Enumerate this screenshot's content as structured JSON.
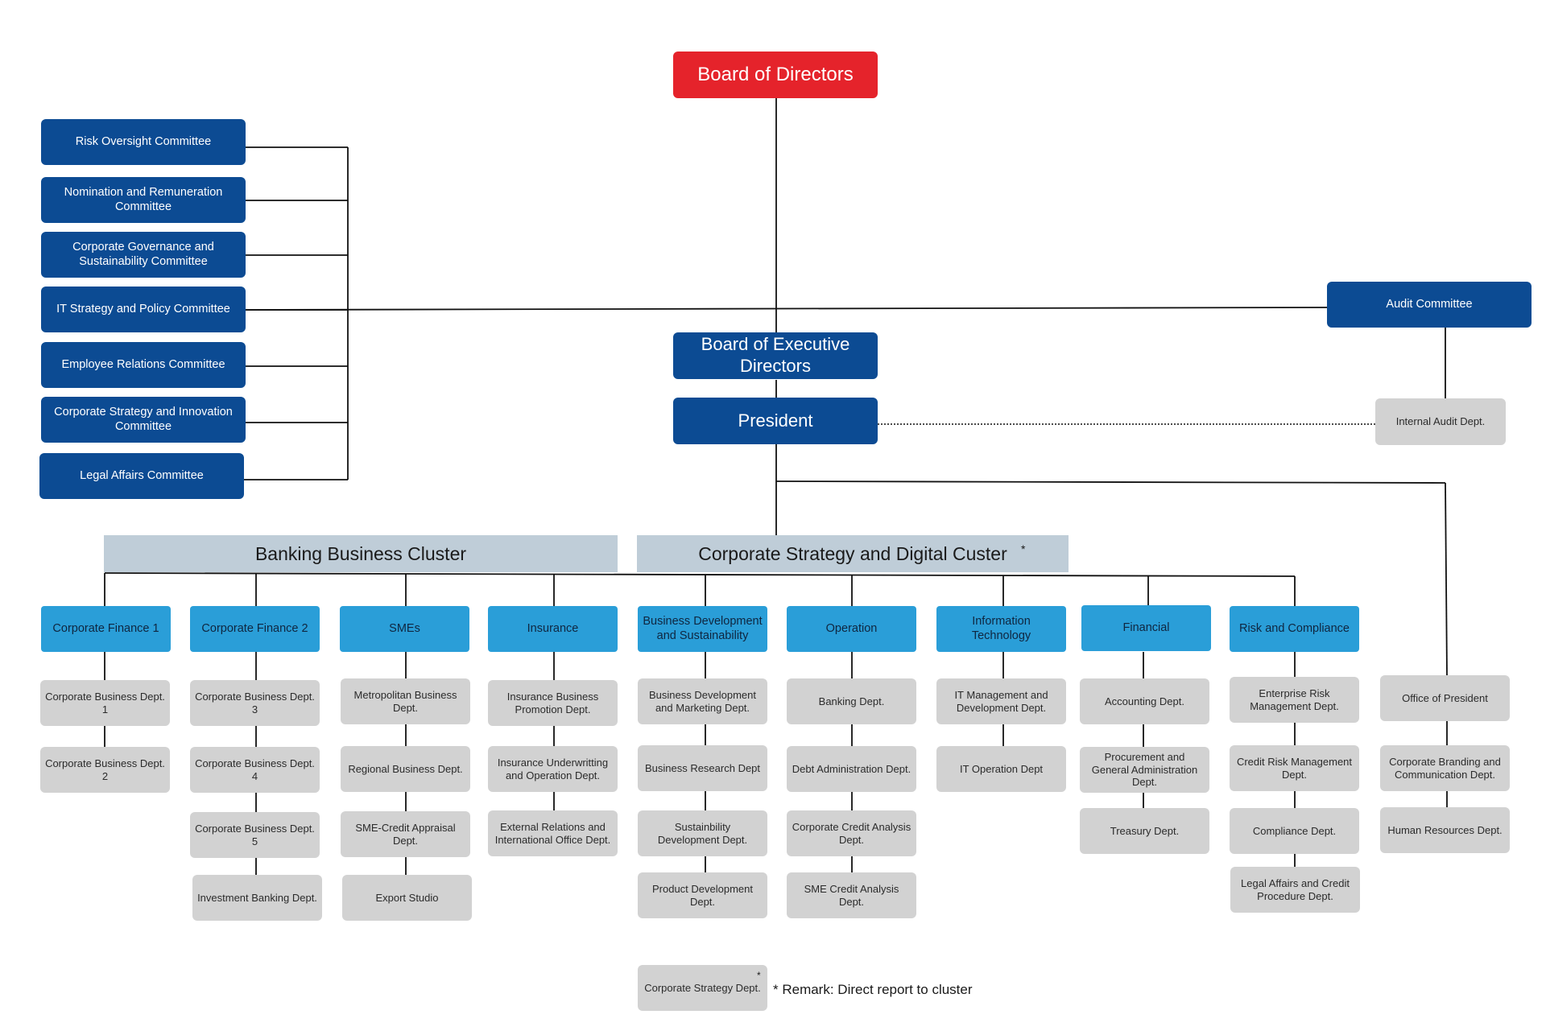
{
  "top": {
    "board": "Board of Directors",
    "exec_board": "Board of Executive Directors",
    "president": "President",
    "audit_committee": "Audit Committee",
    "internal_audit": "Internal Audit Dept."
  },
  "committees": [
    "Risk Oversight Committee",
    "Nomination and Remuneration Committee",
    "Corporate Governance and Sustainability Committee",
    "IT Strategy and Policy Committee",
    "Employee Relations Committee",
    "Corporate Strategy and Innovation Committee",
    "Legal Affairs Committee"
  ],
  "clusters": {
    "banking": "Banking Business Cluster",
    "strategy": "Corporate Strategy and Digital Custer",
    "strategy_mark": "*"
  },
  "units": [
    {
      "name": "Corporate Finance 1",
      "depts": [
        "Corporate Business Dept. 1",
        "Corporate Business Dept. 2"
      ]
    },
    {
      "name": "Corporate Finance 2",
      "depts": [
        "Corporate Business Dept. 3",
        "Corporate Business Dept. 4",
        "Corporate Business Dept. 5",
        "Investment Banking Dept."
      ]
    },
    {
      "name": "SMEs",
      "depts": [
        "Metropolitan Business Dept.",
        "Regional Business Dept.",
        "SME-Credit Appraisal Dept.",
        "Export Studio"
      ]
    },
    {
      "name": "Insurance",
      "depts": [
        "Insurance Business Promotion Dept.",
        "Insurance Underwritting and Operation Dept.",
        "External Relations and International Office Dept."
      ]
    },
    {
      "name": "Business Development and Sustainability",
      "depts": [
        "Business Development and Marketing Dept.",
        "Business Research Dept",
        "Sustainbility Development Dept.",
        "Product Development Dept."
      ]
    },
    {
      "name": "Operation",
      "depts": [
        "Banking Dept.",
        "Debt Administration Dept.",
        "Corporate Credit Analysis Dept.",
        "SME Credit Analysis Dept."
      ]
    },
    {
      "name": "Information Technology",
      "depts": [
        "IT Management and Development Dept.",
        "IT Operation Dept"
      ]
    },
    {
      "name": "Financial",
      "depts": [
        "Accounting Dept.",
        "Procurement and General Administration Dept.",
        "Treasury Dept."
      ]
    },
    {
      "name": "Risk and Compliance",
      "depts": [
        "Enterprise Risk Management Dept.",
        "Credit Risk Management Dept.",
        "Compliance Dept.",
        "Legal Affairs and Credit Procedure Dept."
      ]
    }
  ],
  "president_office": [
    "Office of President",
    "Corporate Branding and Communication Dept.",
    "Human Resources Dept."
  ],
  "footer": {
    "strategy_dept": "Corporate Strategy Dept.",
    "strategy_dept_mark": "*",
    "remark": "* Remark: Direct report to cluster"
  },
  "colors": {
    "board": "#e5232b",
    "navy": "#0c4b93",
    "unit": "#2a9ed8",
    "dept": "#d2d2d2",
    "cluster": "#bfcdd8"
  }
}
